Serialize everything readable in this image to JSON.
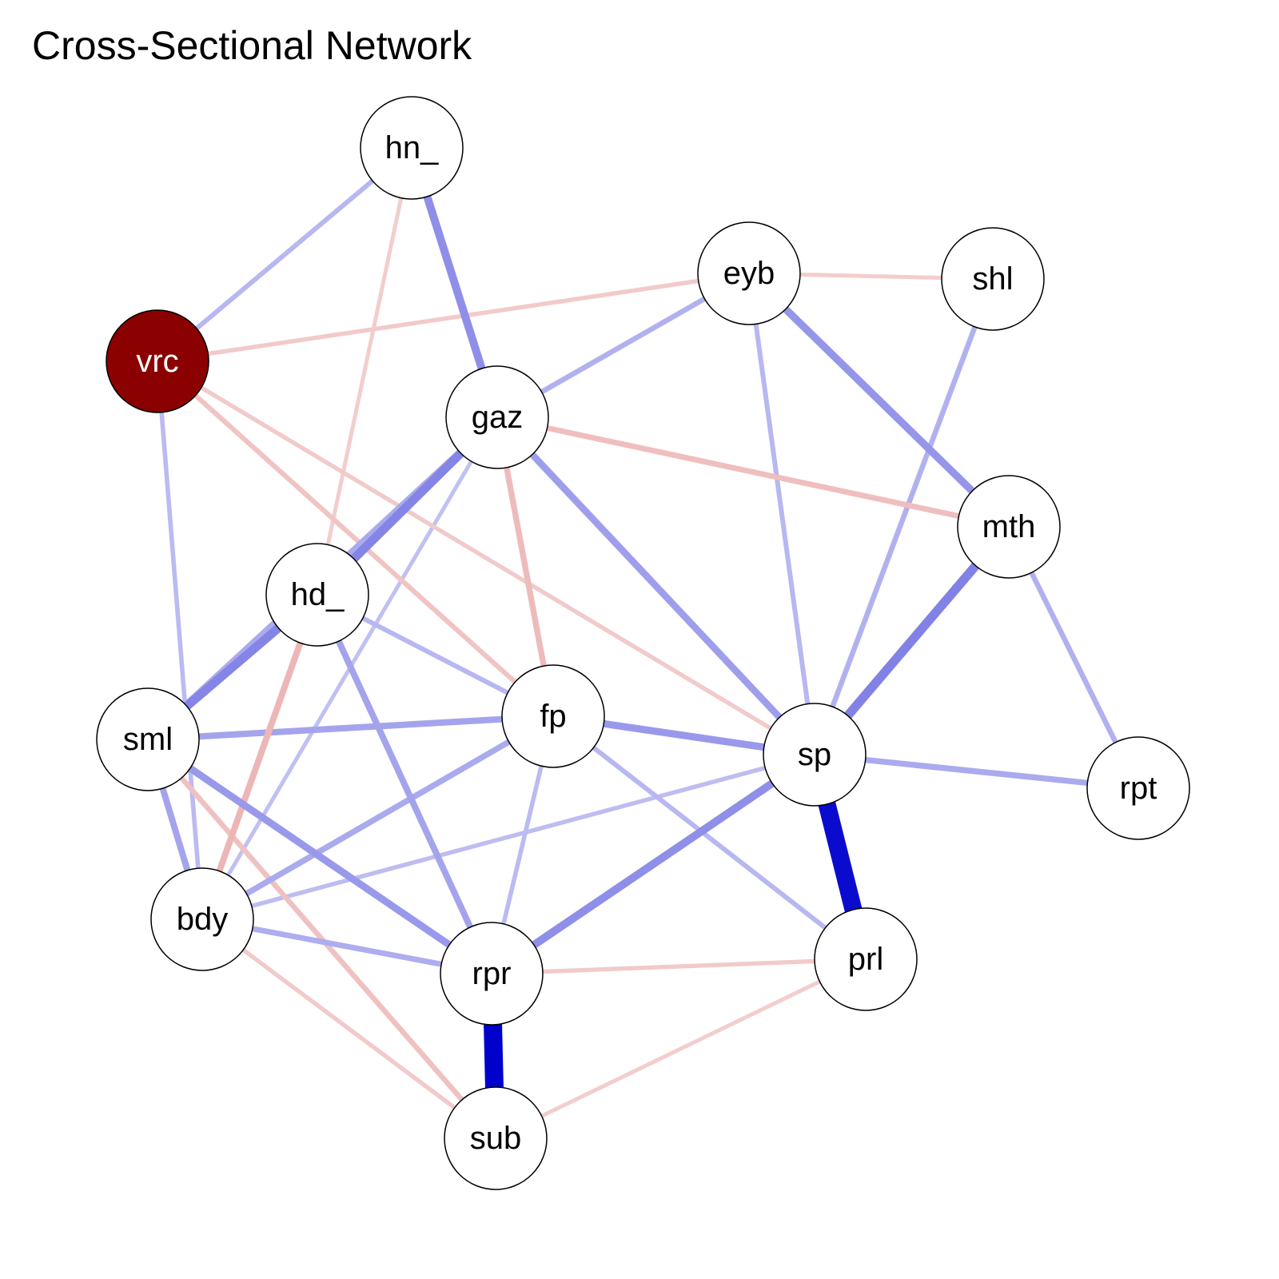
{
  "title": "Cross-Sectional Network",
  "colors": {
    "positive_edge": "#0000cd",
    "negative_edge": "#cd3333",
    "highlight_node": "#8b0000",
    "node_fill": "#ffffff",
    "node_border": "#000000"
  },
  "nodes": [
    {
      "id": "hn_",
      "label": "hn_"
    },
    {
      "id": "eyb",
      "label": "eyb"
    },
    {
      "id": "shl",
      "label": "shl"
    },
    {
      "id": "vrc",
      "label": "vrc",
      "highlighted": true
    },
    {
      "id": "gaz",
      "label": "gaz"
    },
    {
      "id": "mth",
      "label": "mth"
    },
    {
      "id": "hd_",
      "label": "hd_"
    },
    {
      "id": "sml",
      "label": "sml"
    },
    {
      "id": "fp",
      "label": "fp"
    },
    {
      "id": "sp",
      "label": "sp"
    },
    {
      "id": "rpt",
      "label": "rpt"
    },
    {
      "id": "bdy",
      "label": "bdy"
    },
    {
      "id": "rpr",
      "label": "rpr"
    },
    {
      "id": "prl",
      "label": "prl"
    },
    {
      "id": "sub",
      "label": "sub"
    }
  ],
  "edges": [
    {
      "from": "sp",
      "to": "prl",
      "weight": 0.95,
      "sign": "positive"
    },
    {
      "from": "rpr",
      "to": "sub",
      "weight": 1.0,
      "sign": "positive"
    },
    {
      "from": "mth",
      "to": "sp",
      "weight": 0.42,
      "sign": "positive"
    },
    {
      "from": "gaz",
      "to": "hd_",
      "weight": 0.4,
      "sign": "positive"
    },
    {
      "from": "hd_",
      "to": "sml",
      "weight": 0.4,
      "sign": "positive"
    },
    {
      "from": "hn_",
      "to": "gaz",
      "weight": 0.35,
      "sign": "positive"
    },
    {
      "from": "eyb",
      "to": "mth",
      "weight": 0.32,
      "sign": "positive"
    },
    {
      "from": "sp",
      "to": "rpr",
      "weight": 0.35,
      "sign": "positive"
    },
    {
      "from": "sml",
      "to": "rpr",
      "weight": 0.3,
      "sign": "positive"
    },
    {
      "from": "gaz",
      "to": "sp",
      "weight": 0.28,
      "sign": "positive"
    },
    {
      "from": "fp",
      "to": "sp",
      "weight": 0.3,
      "sign": "positive"
    },
    {
      "from": "sp",
      "to": "rpt",
      "weight": 0.22,
      "sign": "positive"
    },
    {
      "from": "sml",
      "to": "fp",
      "weight": 0.25,
      "sign": "positive"
    },
    {
      "from": "hd_",
      "to": "rpr",
      "weight": 0.25,
      "sign": "positive"
    },
    {
      "from": "sml",
      "to": "bdy",
      "weight": 0.25,
      "sign": "positive"
    },
    {
      "from": "bdy",
      "to": "fp",
      "weight": 0.22,
      "sign": "positive"
    },
    {
      "from": "gaz",
      "to": "sml",
      "weight": 0.22,
      "sign": "positive"
    },
    {
      "from": "shl",
      "to": "sp",
      "weight": 0.18,
      "sign": "positive"
    },
    {
      "from": "eyb",
      "to": "sp",
      "weight": 0.15,
      "sign": "positive"
    },
    {
      "from": "eyb",
      "to": "gaz",
      "weight": 0.18,
      "sign": "positive"
    },
    {
      "from": "mth",
      "to": "rpt",
      "weight": 0.18,
      "sign": "positive"
    },
    {
      "from": "hn_",
      "to": "vrc",
      "weight": 0.15,
      "sign": "positive"
    },
    {
      "from": "vrc",
      "to": "bdy",
      "weight": 0.13,
      "sign": "positive"
    },
    {
      "from": "bdy",
      "to": "rpr",
      "weight": 0.2,
      "sign": "positive"
    },
    {
      "from": "fp",
      "to": "prl",
      "weight": 0.15,
      "sign": "positive"
    },
    {
      "from": "hd_",
      "to": "fp",
      "weight": 0.15,
      "sign": "positive"
    },
    {
      "from": "fp",
      "to": "rpr",
      "weight": 0.13,
      "sign": "positive"
    },
    {
      "from": "bdy",
      "to": "sp",
      "weight": 0.12,
      "sign": "positive"
    },
    {
      "from": "gaz",
      "to": "bdy",
      "weight": 0.1,
      "sign": "positive"
    },
    {
      "from": "gaz",
      "to": "mth",
      "weight": 0.2,
      "sign": "negative"
    },
    {
      "from": "gaz",
      "to": "fp",
      "weight": 0.22,
      "sign": "negative"
    },
    {
      "from": "hd_",
      "to": "bdy",
      "weight": 0.25,
      "sign": "negative"
    },
    {
      "from": "sml",
      "to": "sub",
      "weight": 0.18,
      "sign": "negative"
    },
    {
      "from": "vrc",
      "to": "fp",
      "weight": 0.16,
      "sign": "negative"
    },
    {
      "from": "vrc",
      "to": "sp",
      "weight": 0.12,
      "sign": "negative"
    },
    {
      "from": "vrc",
      "to": "eyb",
      "weight": 0.12,
      "sign": "negative"
    },
    {
      "from": "eyb",
      "to": "shl",
      "weight": 0.1,
      "sign": "negative"
    },
    {
      "from": "hn_",
      "to": "hd_",
      "weight": 0.1,
      "sign": "negative"
    },
    {
      "from": "rpr",
      "to": "prl",
      "weight": 0.12,
      "sign": "negative"
    },
    {
      "from": "bdy",
      "to": "sub",
      "weight": 0.12,
      "sign": "negative"
    },
    {
      "from": "sub",
      "to": "prl",
      "weight": 0.1,
      "sign": "negative"
    }
  ]
}
